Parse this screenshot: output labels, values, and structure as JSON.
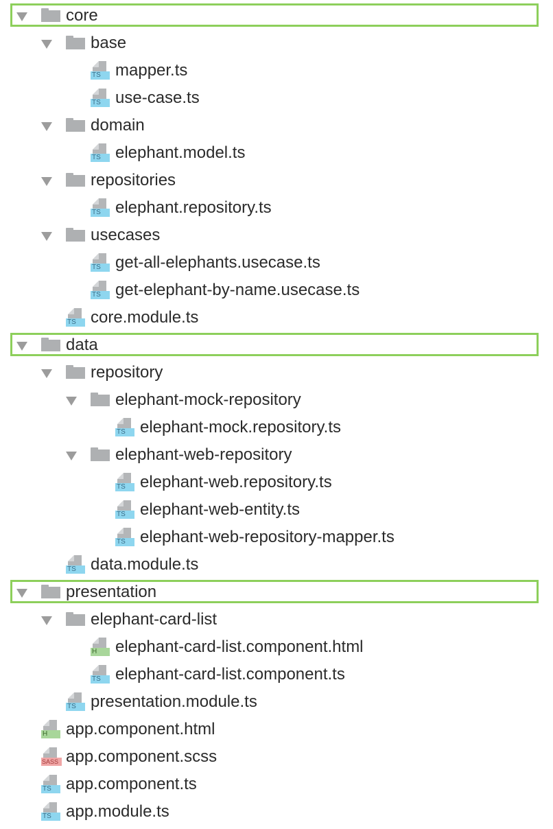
{
  "tree": [
    {
      "kind": "folder",
      "depth": 0,
      "label": "core",
      "highlighted": true
    },
    {
      "kind": "folder",
      "depth": 1,
      "label": "base"
    },
    {
      "kind": "file",
      "depth": 2,
      "label": "mapper.ts",
      "badge": "TS"
    },
    {
      "kind": "file",
      "depth": 2,
      "label": "use-case.ts",
      "badge": "TS"
    },
    {
      "kind": "folder",
      "depth": 1,
      "label": "domain"
    },
    {
      "kind": "file",
      "depth": 2,
      "label": "elephant.model.ts",
      "badge": "TS"
    },
    {
      "kind": "folder",
      "depth": 1,
      "label": "repositories"
    },
    {
      "kind": "file",
      "depth": 2,
      "label": "elephant.repository.ts",
      "badge": "TS"
    },
    {
      "kind": "folder",
      "depth": 1,
      "label": "usecases"
    },
    {
      "kind": "file",
      "depth": 2,
      "label": "get-all-elephants.usecase.ts",
      "badge": "TS"
    },
    {
      "kind": "file",
      "depth": 2,
      "label": "get-elephant-by-name.usecase.ts",
      "badge": "TS"
    },
    {
      "kind": "file",
      "depth": 1,
      "label": "core.module.ts",
      "badge": "TS"
    },
    {
      "kind": "folder",
      "depth": 0,
      "label": "data",
      "highlighted": true
    },
    {
      "kind": "folder",
      "depth": 1,
      "label": "repository"
    },
    {
      "kind": "folder",
      "depth": 2,
      "label": "elephant-mock-repository"
    },
    {
      "kind": "file",
      "depth": 3,
      "label": "elephant-mock.repository.ts",
      "badge": "TS"
    },
    {
      "kind": "folder",
      "depth": 2,
      "label": "elephant-web-repository"
    },
    {
      "kind": "file",
      "depth": 3,
      "label": "elephant-web.repository.ts",
      "badge": "TS"
    },
    {
      "kind": "file",
      "depth": 3,
      "label": "elephant-web-entity.ts",
      "badge": "TS"
    },
    {
      "kind": "file",
      "depth": 3,
      "label": "elephant-web-repository-mapper.ts",
      "badge": "TS"
    },
    {
      "kind": "file",
      "depth": 1,
      "label": "data.module.ts",
      "badge": "TS"
    },
    {
      "kind": "folder",
      "depth": 0,
      "label": "presentation",
      "highlighted": true
    },
    {
      "kind": "folder",
      "depth": 1,
      "label": "elephant-card-list"
    },
    {
      "kind": "file",
      "depth": 2,
      "label": "elephant-card-list.component.html",
      "badge": "H"
    },
    {
      "kind": "file",
      "depth": 2,
      "label": "elephant-card-list.component.ts",
      "badge": "TS"
    },
    {
      "kind": "file",
      "depth": 1,
      "label": "presentation.module.ts",
      "badge": "TS"
    },
    {
      "kind": "file",
      "depth": 0,
      "label": "app.component.html",
      "badge": "H"
    },
    {
      "kind": "file",
      "depth": 0,
      "label": "app.component.scss",
      "badge": "SASS"
    },
    {
      "kind": "file",
      "depth": 0,
      "label": "app.component.ts",
      "badge": "TS"
    },
    {
      "kind": "file",
      "depth": 0,
      "label": "app.module.ts",
      "badge": "TS"
    }
  ],
  "colors": {
    "highlight_border": "#8dcf5b",
    "ts_badge": "#8ed6ef",
    "html_badge": "#a8d69a",
    "sass_badge": "#f0a6a6",
    "folder": "#aeb0b2"
  }
}
